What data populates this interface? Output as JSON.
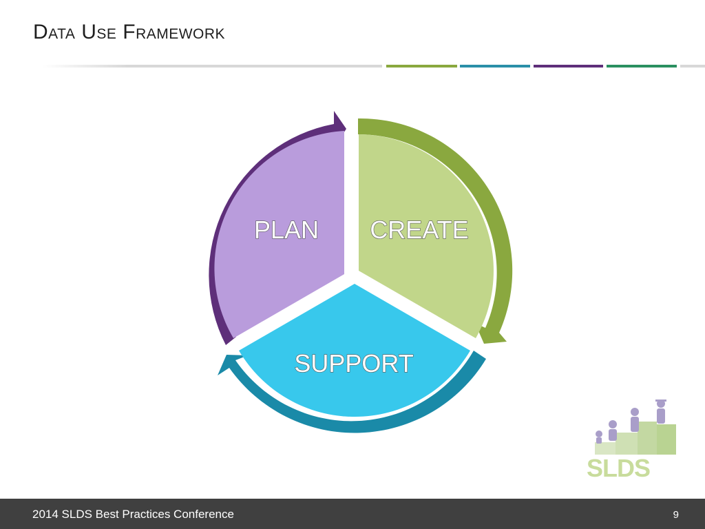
{
  "slide": {
    "title": "Data Use Framework"
  },
  "accent_colors": {
    "green": "#8aa83f",
    "teal": "#2a8fa8",
    "purple": "#5e2f7a",
    "dark_green": "#2a9060",
    "light_gray": "#d8d8d8"
  },
  "cycle": {
    "segments": [
      {
        "label": "PLAN",
        "fill": "#b99cdc",
        "arrow_color": "#5e2f7a"
      },
      {
        "label": "CREATE",
        "fill": "#c1d68a",
        "arrow_color": "#8aa83f"
      },
      {
        "label": "SUPPORT",
        "fill": "#38c8ec",
        "arrow_color": "#1a8aa8"
      }
    ]
  },
  "logo": {
    "text": "SLDS",
    "icon": "graduation-steps-icon"
  },
  "footer": {
    "conference": "2014 SLDS Best Practices Conference",
    "page_number": "9"
  }
}
